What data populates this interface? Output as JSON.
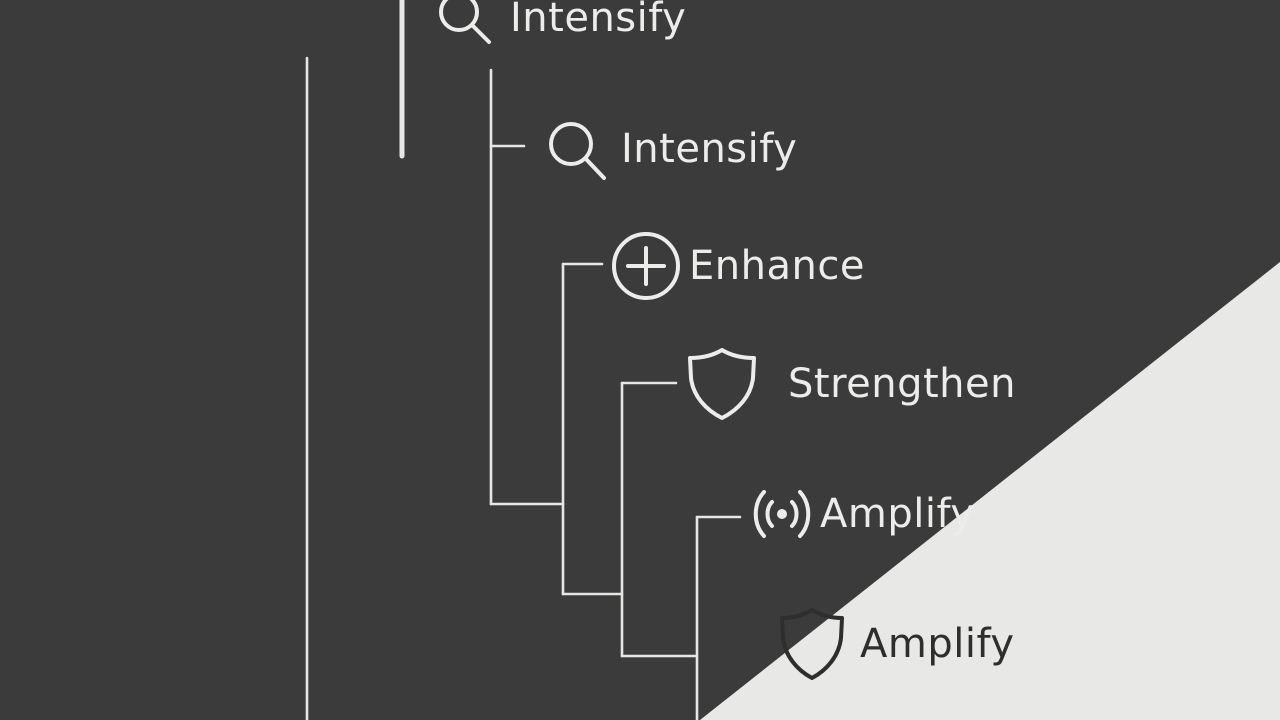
{
  "nodes": [
    {
      "label": "Intensify",
      "icon": "search-icon"
    },
    {
      "label": "Intensify",
      "icon": "search-icon"
    },
    {
      "label": "Enhance",
      "icon": "plus-circle-icon"
    },
    {
      "label": "Strengthen",
      "icon": "shield-icon"
    },
    {
      "label": "Amplify",
      "icon": "broadcast-icon"
    },
    {
      "label": "Amplify",
      "icon": "shield-icon"
    }
  ],
  "colors": {
    "background": "#3b3b3b",
    "corner": "#e8e8e6",
    "line": "#e6e6e4",
    "text": "#ececea"
  }
}
